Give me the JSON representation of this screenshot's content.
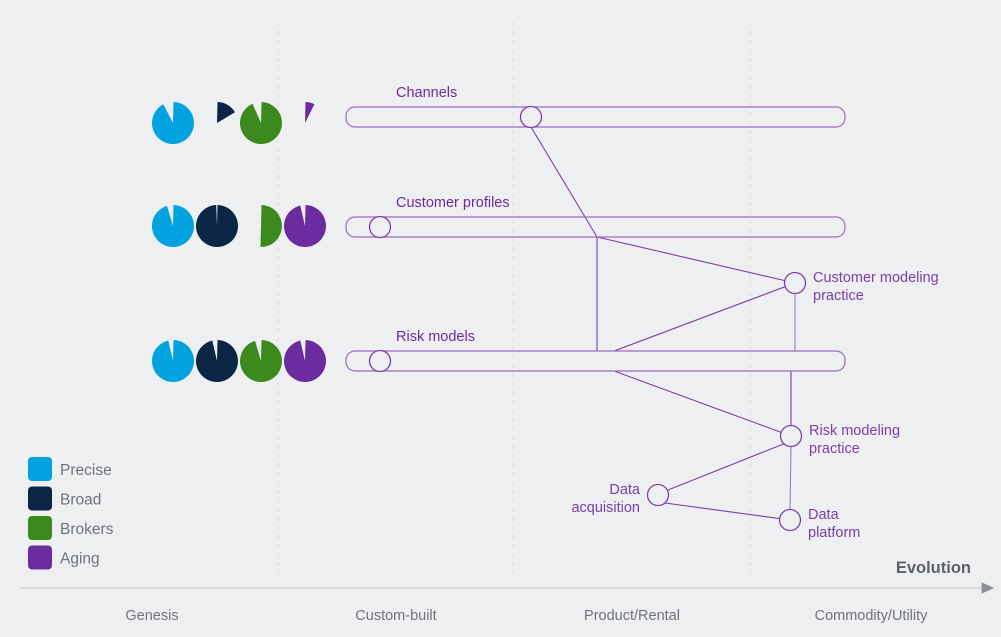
{
  "chart_data": {
    "type": "diagram",
    "title": "",
    "xlabel": "Evolution",
    "axis_stages": [
      "Genesis",
      "Custom-built",
      "Product/Rental",
      "Commodity/Utility"
    ],
    "legend": {
      "position": "bottom-left",
      "entries": [
        {
          "label": "Precise",
          "color": "#00a3e0"
        },
        {
          "label": "Broad",
          "color": "#0b2545"
        },
        {
          "label": "Brokers",
          "color": "#3c8a1e"
        },
        {
          "label": "Aging",
          "color": "#6b2c9f"
        }
      ]
    },
    "pipelines": [
      {
        "name": "Channels",
        "label": "Channels",
        "y": 117,
        "x_start": 346,
        "x_end": 845,
        "node_x": 531,
        "pies": [
          {
            "series": "Precise",
            "color": "#00a3e0",
            "fraction": 0.92,
            "cx": 173,
            "cy": 123,
            "r": 21
          },
          {
            "series": "Broad",
            "color": "#0b2545",
            "fraction": 0.16,
            "cx": 217,
            "cy": 123,
            "r": 21
          },
          {
            "series": "Brokers",
            "color": "#3c8a1e",
            "fraction": 0.93,
            "cx": 261,
            "cy": 123,
            "r": 21
          },
          {
            "series": "Aging",
            "color": "#6b2c9f",
            "fraction": 0.07,
            "cx": 305,
            "cy": 123,
            "r": 21
          }
        ]
      },
      {
        "name": "Customer profiles",
        "label": "Customer profiles",
        "y": 227,
        "x_start": 346,
        "x_end": 845,
        "node_x": 380,
        "pies": [
          {
            "series": "Precise",
            "color": "#00a3e0",
            "fraction": 0.95,
            "cx": 173,
            "cy": 226,
            "r": 21
          },
          {
            "series": "Broad",
            "color": "#0b2545",
            "fraction": 0.99,
            "cx": 217,
            "cy": 226,
            "r": 21
          },
          {
            "series": "Brokers",
            "color": "#3c8a1e",
            "fraction": 0.5,
            "cx": 261,
            "cy": 226,
            "r": 21
          },
          {
            "series": "Aging",
            "color": "#6b2c9f",
            "fraction": 0.96,
            "cx": 305,
            "cy": 226,
            "r": 21
          }
        ]
      },
      {
        "name": "Risk models",
        "label": "Risk models",
        "y": 361,
        "x_start": 346,
        "x_end": 845,
        "node_x": 380,
        "pies": [
          {
            "series": "Precise",
            "color": "#00a3e0",
            "fraction": 0.96,
            "cx": 173,
            "cy": 361,
            "r": 21
          },
          {
            "series": "Broad",
            "color": "#0b2545",
            "fraction": 0.96,
            "cx": 217,
            "cy": 361,
            "r": 21
          },
          {
            "series": "Brokers",
            "color": "#3c8a1e",
            "fraction": 0.95,
            "cx": 261,
            "cy": 361,
            "r": 21
          },
          {
            "series": "Aging",
            "color": "#6b2c9f",
            "fraction": 0.96,
            "cx": 305,
            "cy": 361,
            "r": 21
          }
        ]
      }
    ],
    "components": [
      {
        "name": "Customer modeling practice",
        "label_line1": "Customer modeling",
        "label_line2": "practice",
        "x": 795,
        "y": 283
      },
      {
        "name": "Risk modeling practice",
        "label_line1": "Risk modeling",
        "label_line2": "practice",
        "x": 791,
        "y": 436
      },
      {
        "name": "Data acquisition",
        "label_line1": "Data",
        "label_line2": "acquisition",
        "x": 658,
        "y": 495
      },
      {
        "name": "Data platform",
        "label_line1": "Data",
        "label_line2": "platform",
        "x": 790,
        "y": 520
      }
    ],
    "gridlines_x": [
      278,
      513,
      750
    ],
    "axis_y": 588,
    "axis_x_start": 20,
    "axis_x_end": 990
  }
}
